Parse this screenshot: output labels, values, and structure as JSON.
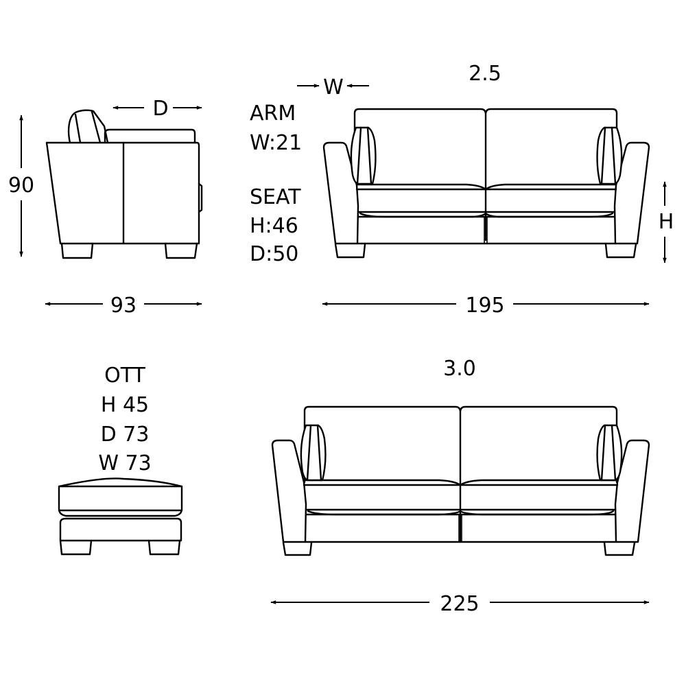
{
  "side_view": {
    "height_label": "90",
    "depth_label": "D",
    "width_label": "93"
  },
  "arm_spec": {
    "arm_width_marker": "W",
    "arm_title": "ARM",
    "arm_width": "W:21",
    "seat_title": "SEAT",
    "seat_height": "H:46",
    "seat_depth": "D:50"
  },
  "sofa_2_5": {
    "title": "2.5",
    "width_label": "195",
    "height_marker": "H"
  },
  "ottoman": {
    "title": "OTT",
    "height": "H 45",
    "depth": "D 73",
    "width": "W 73"
  },
  "sofa_3_0": {
    "title": "3.0",
    "width_label": "225"
  },
  "colors": {
    "line": "#000000",
    "background": "#ffffff"
  }
}
